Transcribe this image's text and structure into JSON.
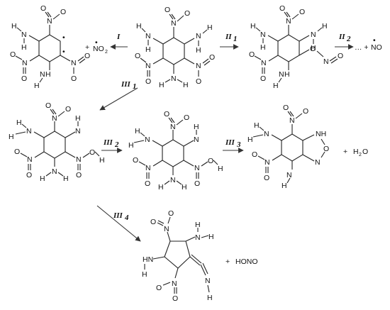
{
  "steps": {
    "I": "I",
    "II1": "II",
    "II1_sub": "1",
    "II2": "II",
    "II2_sub": "2",
    "III1": "III",
    "III1_sub": "1",
    "III2": "III",
    "III2_sub": "2",
    "III3": "III",
    "III3_sub": "3",
    "III4": "III",
    "III4_sub": "4"
  },
  "atoms": {
    "H": "H",
    "N": "N",
    "O": "O",
    "NH": "NH",
    "HN": "HN",
    "dot": "•"
  },
  "side_products": {
    "no2_plus": "+",
    "no2_n": "NO",
    "no2_sub": "2",
    "no_plus": "… +",
    "no_text": "NO",
    "water_plus": "+",
    "water_h": "H",
    "water_sub": "2",
    "water_o": "O",
    "hono_plus": "+",
    "hono_text": "HONO"
  }
}
